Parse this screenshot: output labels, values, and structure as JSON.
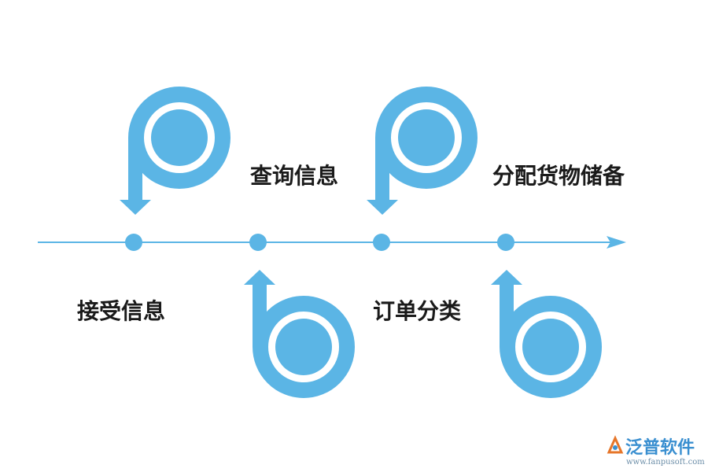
{
  "colors": {
    "accent": "#5bb5e5",
    "text": "#1a1a1a",
    "logo_orange": "#e6762a",
    "logo_blue": "#3a8fd0"
  },
  "steps": [
    {
      "label": "接受信息",
      "glyph": "p"
    },
    {
      "label": "查询信息",
      "glyph": "b"
    },
    {
      "label": "订单分类",
      "glyph": "p"
    },
    {
      "label": "分配货物储备",
      "glyph": "b"
    }
  ],
  "logo": {
    "name": "泛普软件",
    "url": "www.fanpusoft.com"
  }
}
